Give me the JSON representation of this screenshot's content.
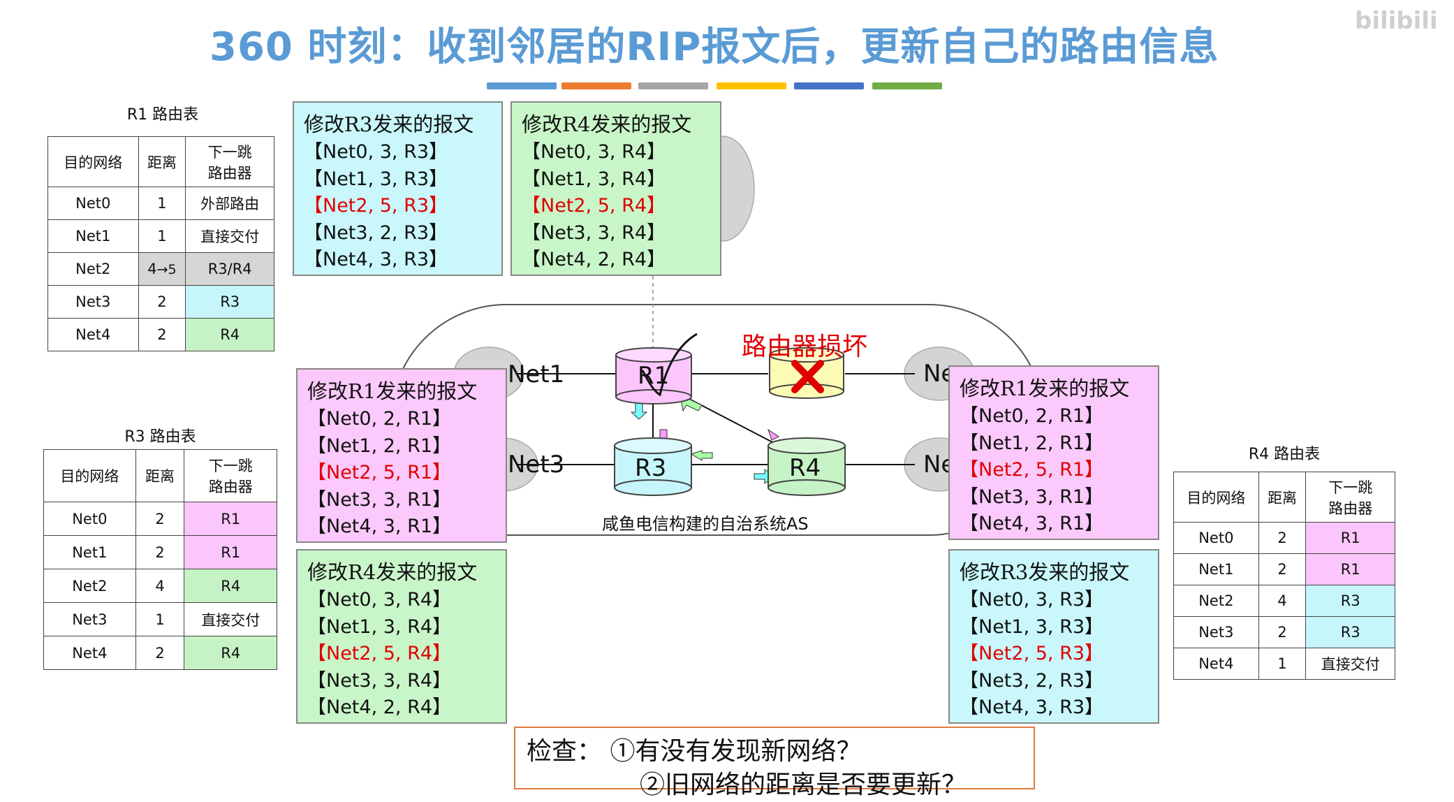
{
  "title": "360 时刻：收到邻居的RIP报文后，更新自己的路由信息",
  "color_bars": [
    "#5b9bd5",
    "#ed7d31",
    "#a5a5a5",
    "#ffc000",
    "#4472c4",
    "#70ad47"
  ],
  "watermark": "bilibili",
  "headers": {
    "dest": "目的网络",
    "dist": "距离",
    "next_hop_1": "下一跳",
    "next_hop_2": "路由器"
  },
  "r1_table": {
    "caption": "R1 路由表",
    "rows": [
      {
        "net": "Net0",
        "dist": "1",
        "hop": "外部路由",
        "color": "white"
      },
      {
        "net": "Net1",
        "dist": "1",
        "hop": "直接交付",
        "color": "white"
      },
      {
        "net": "Net2",
        "dist": "4",
        "hop": "R3/R4",
        "color": "gray",
        "annotation": "→5"
      },
      {
        "net": "Net3",
        "dist": "2",
        "hop": "R3",
        "color": "cyan"
      },
      {
        "net": "Net4",
        "dist": "2",
        "hop": "R4",
        "color": "green"
      }
    ]
  },
  "r3_table": {
    "caption": "R3 路由表",
    "rows": [
      {
        "net": "Net0",
        "dist": "2",
        "hop": "R1",
        "color": "pink"
      },
      {
        "net": "Net1",
        "dist": "2",
        "hop": "R1",
        "color": "pink"
      },
      {
        "net": "Net2",
        "dist": "4",
        "hop": "R4",
        "color": "green"
      },
      {
        "net": "Net3",
        "dist": "1",
        "hop": "直接交付",
        "color": "white"
      },
      {
        "net": "Net4",
        "dist": "2",
        "hop": "R4",
        "color": "green"
      }
    ]
  },
  "r4_table": {
    "caption": "R4 路由表",
    "rows": [
      {
        "net": "Net0",
        "dist": "2",
        "hop": "R1",
        "color": "pink"
      },
      {
        "net": "Net1",
        "dist": "2",
        "hop": "R1",
        "color": "pink"
      },
      {
        "net": "Net2",
        "dist": "4",
        "hop": "R3",
        "color": "cyan"
      },
      {
        "net": "Net3",
        "dist": "2",
        "hop": "R3",
        "color": "cyan"
      },
      {
        "net": "Net4",
        "dist": "1",
        "hop": "直接交付",
        "color": "white"
      }
    ]
  },
  "messages": {
    "top_r3": {
      "title": "修改R3发来的报文",
      "lines": [
        "【Net0, 3, R3】",
        "【Net1, 3, R3】",
        "【Net2, 5, R3】",
        "【Net3, 2, R3】",
        "【Net4, 3, R3】"
      ]
    },
    "top_r4": {
      "title": "修改R4发来的报文",
      "lines": [
        "【Net0, 3, R4】",
        "【Net1, 3, R4】",
        "【Net2, 5, R4】",
        "【Net3, 3, R4】",
        "【Net4, 2, R4】"
      ]
    },
    "left_r1": {
      "title": "修改R1发来的报文",
      "lines": [
        "【Net0, 2, R1】",
        "【Net1, 2, R1】",
        "【Net2, 5, R1】",
        "【Net3, 3, R1】",
        "【Net4, 3, R1】"
      ]
    },
    "left_r4": {
      "title": "修改R4发来的报文",
      "lines": [
        "【Net0, 3, R4】",
        "【Net1, 3, R4】",
        "【Net2, 5, R4】",
        "【Net3, 3, R4】",
        "【Net4, 2, R4】"
      ]
    },
    "right_r1": {
      "title": "修改R1发来的报文",
      "lines": [
        "【Net0, 2, R1】",
        "【Net1, 2, R1】",
        "【Net2, 5, R1】",
        "【Net3, 3, R1】",
        "【Net4, 3, R1】"
      ]
    },
    "right_r3": {
      "title": "修改R3发来的报文",
      "lines": [
        "【Net0, 3, R3】",
        "【Net1, 3, R3】",
        "【Net2, 5, R3】",
        "【Net3, 2, R3】",
        "【Net4, 3, R3】"
      ]
    }
  },
  "network": {
    "routers": {
      "r1": "R1",
      "r3": "R3",
      "r4": "R4"
    },
    "clouds": {
      "net1": "Net1",
      "net3": "Net3",
      "net2_partial": "Ne",
      "net4_partial": "Ne"
    },
    "broken_label": "路由器损坏",
    "as_label": "咸鱼电信构建的自治系统AS"
  },
  "check": {
    "line1": "检查：    ①有没有发现新网络？",
    "line2": "②旧网络的距离是否要更新？"
  }
}
